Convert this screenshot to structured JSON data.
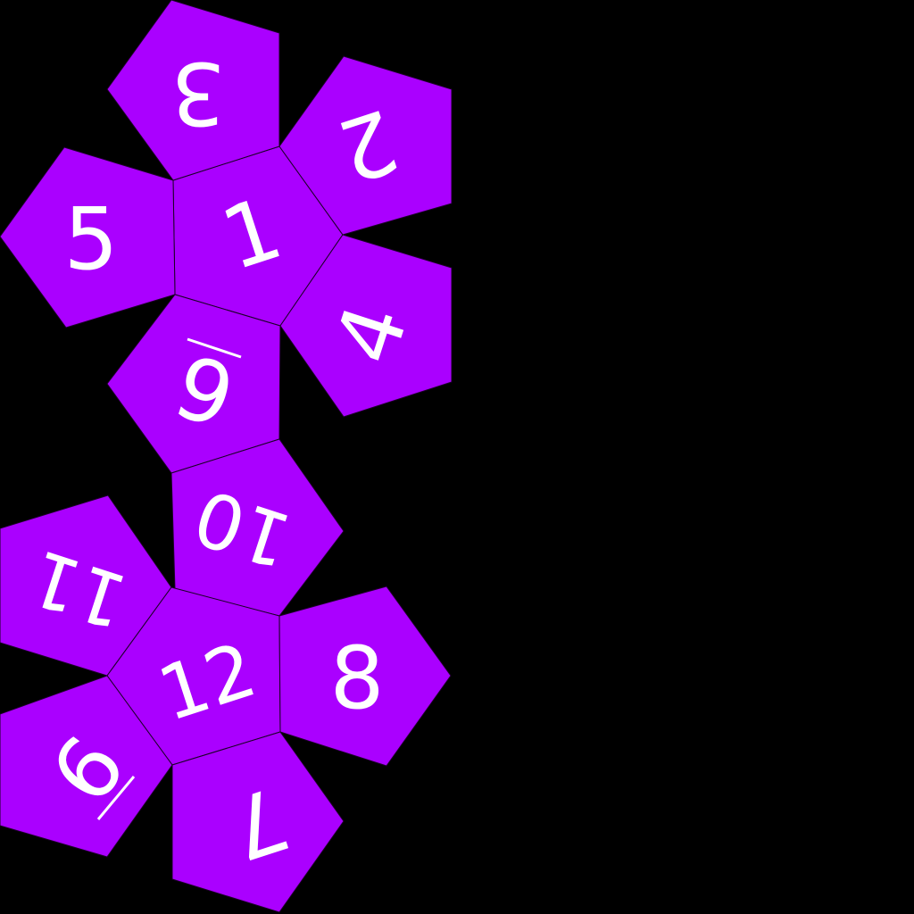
{
  "net": {
    "fill_color": "#aa00ff",
    "background_color": "#000000",
    "text_color": "#ffffff",
    "faces": [
      {
        "label": "1"
      },
      {
        "label": "2"
      },
      {
        "label": "3"
      },
      {
        "label": "4"
      },
      {
        "label": "5"
      },
      {
        "label": "6"
      },
      {
        "label": "10"
      },
      {
        "label": "11"
      },
      {
        "label": "12"
      },
      {
        "label": "8"
      },
      {
        "label": "9"
      },
      {
        "label": "7"
      }
    ]
  }
}
